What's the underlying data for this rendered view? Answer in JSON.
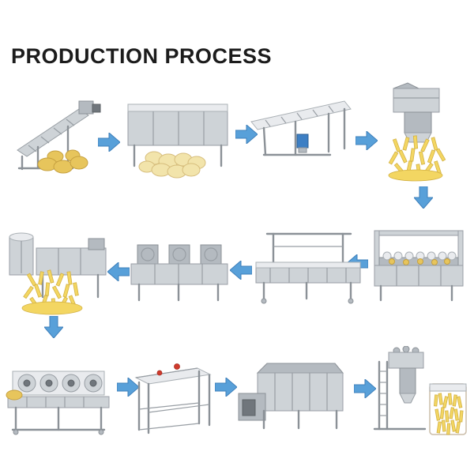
{
  "title": "PRODUCTION PROCESS",
  "colors": {
    "arrow": "#58a0d9"
  },
  "process_flow": {
    "row1": {
      "direction": "left-to-right",
      "stages": [
        "potato-elevator",
        "potato-peeling-machine",
        "inspection-conveyor",
        "french-fry-cutting-machine"
      ]
    },
    "row2": {
      "direction": "right-to-left",
      "stages": [
        "washing-machine",
        "blanching-machine",
        "air-drying-machine",
        "frying-machine"
      ]
    },
    "row3": {
      "direction": "left-to-right",
      "stages": [
        "de-oiling-machine",
        "picking-conveyor-table",
        "freezing-tunnel",
        "packing-machine"
      ]
    }
  }
}
